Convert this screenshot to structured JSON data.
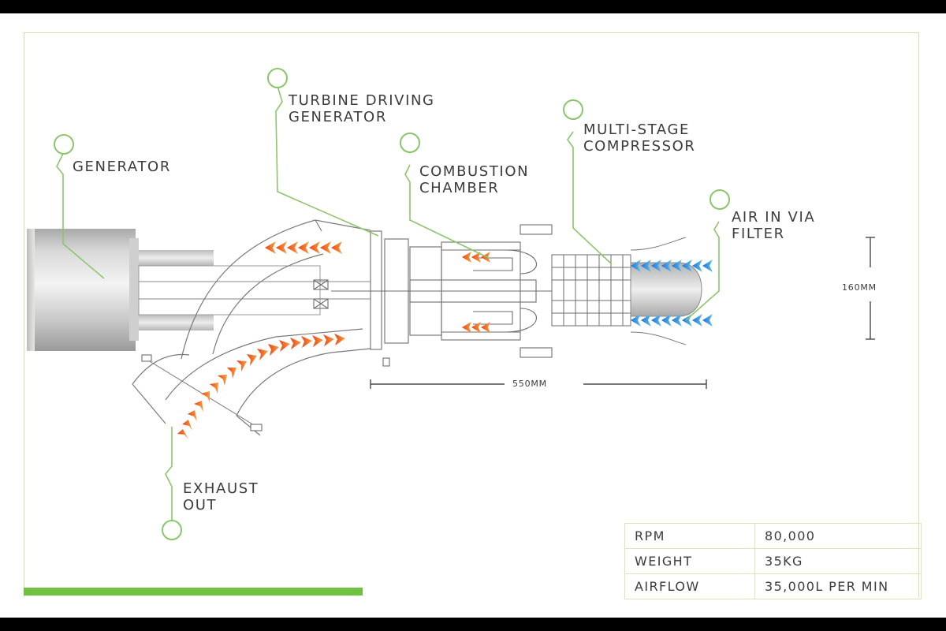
{
  "labels": {
    "generator": "GENERATOR",
    "turbine": "TURBINE DRIVING\nGENERATOR",
    "combustion": "COMBUSTION\nCHAMBER",
    "compressor": "MULTI-STAGE\nCOMPRESSOR",
    "air_in": "AIR IN VIA\nFILTER",
    "exhaust": "EXHAUST\nOUT"
  },
  "dimensions": {
    "length": "550MM",
    "diameter": "160MM"
  },
  "specs": [
    {
      "key": "RPM",
      "value": "80,000"
    },
    {
      "key": "WEIGHT",
      "value": "35KG"
    },
    {
      "key": "AIRFLOW",
      "value": "35,000L PER MIN"
    }
  ],
  "colors": {
    "accent_green": "#6fc13f",
    "callout_green": "#8cc56a",
    "hot_flow": "#f0552a",
    "cold_flow": "#2f8fe0"
  }
}
